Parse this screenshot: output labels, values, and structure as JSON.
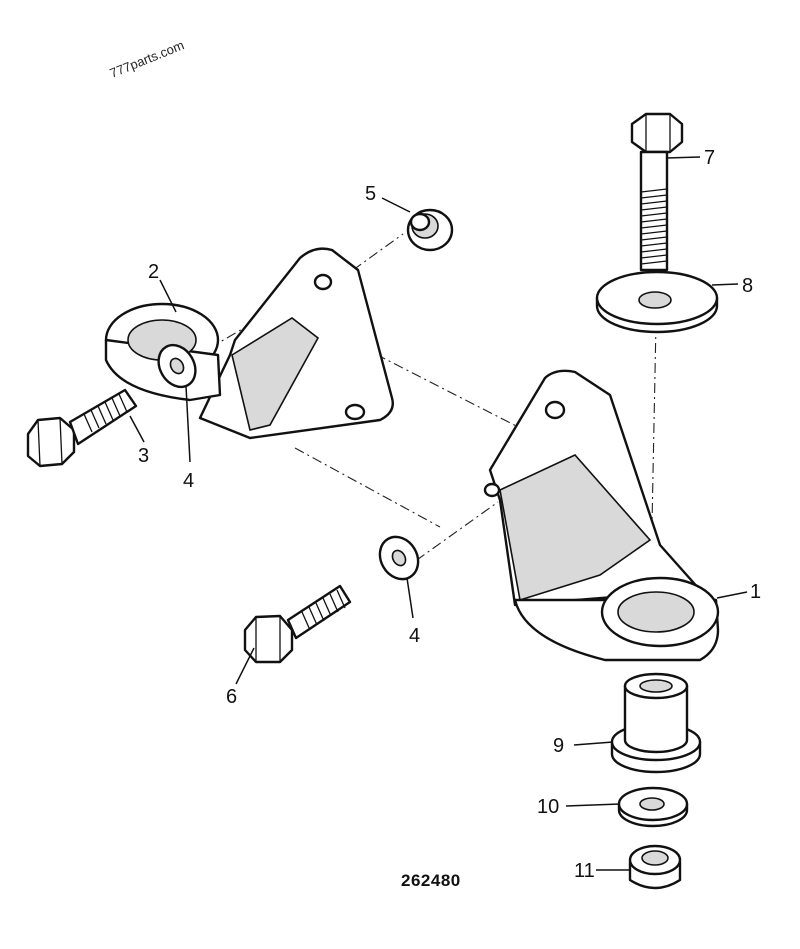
{
  "watermark": "777parts.com",
  "drawing_number": "262480",
  "callouts": {
    "c1": "1",
    "c2": "2",
    "c3": "3",
    "c4a": "4",
    "c4b": "4",
    "c5": "5",
    "c6": "6",
    "c7": "7",
    "c8": "8",
    "c9": "9",
    "c10": "10",
    "c11": "11"
  }
}
